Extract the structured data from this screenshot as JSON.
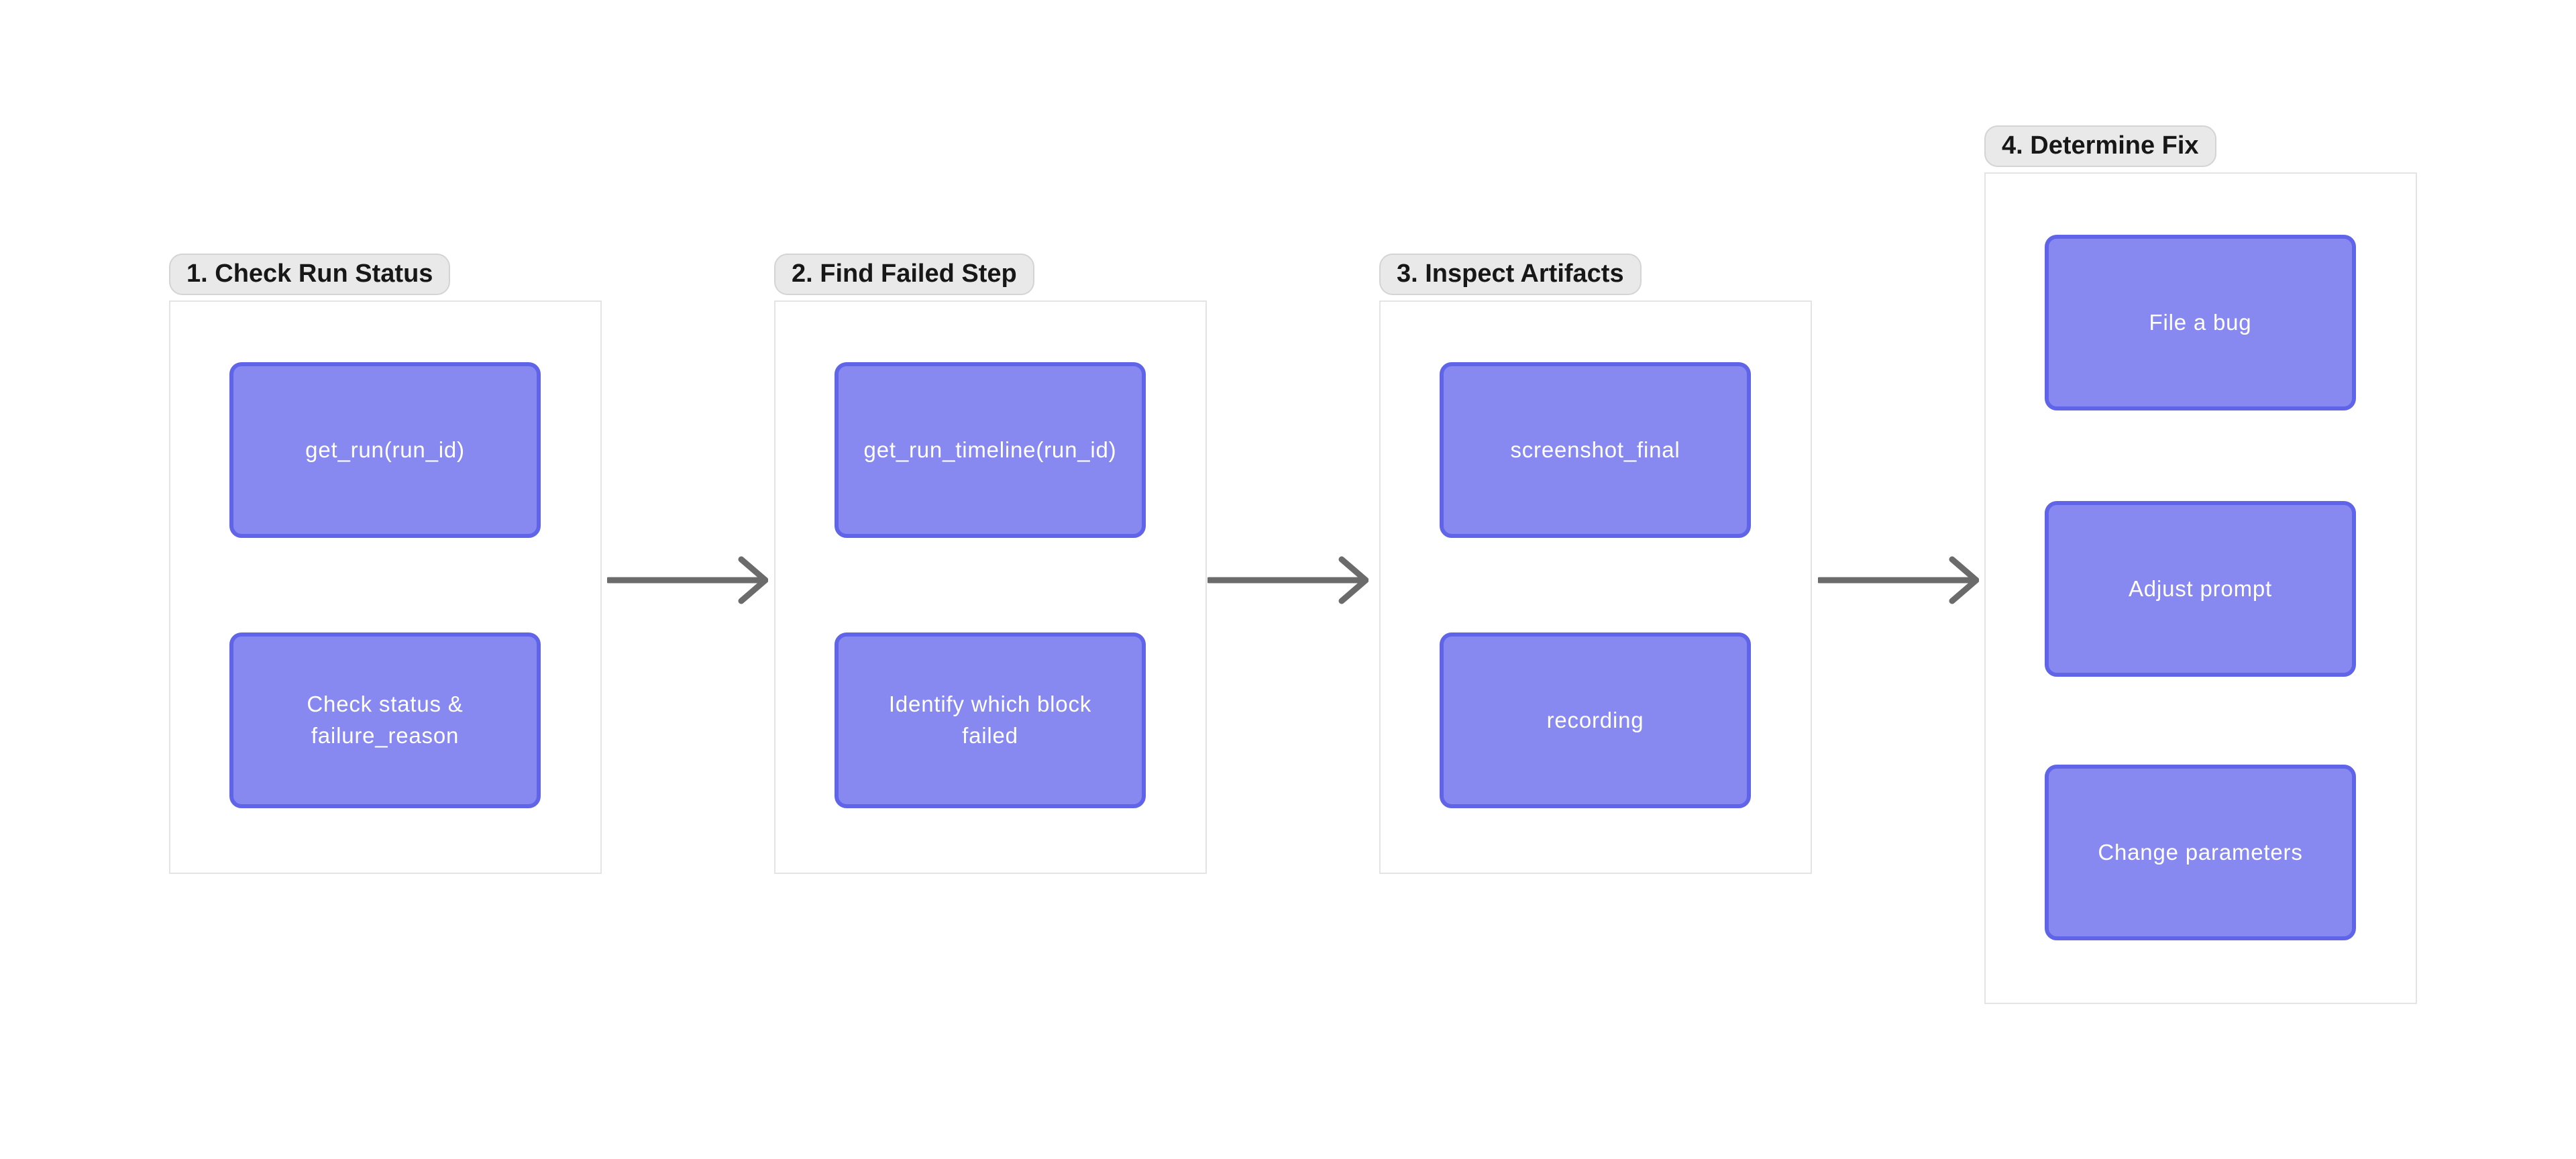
{
  "colors": {
    "canvas-bg": "#ffffff",
    "group-box-bg": "#ffffff",
    "group-box-border": "#e4e4e4",
    "label-bg": "#e9e9e9",
    "label-border": "#d4d4d4",
    "label-text": "#171717",
    "node-fill": "#8789f0",
    "node-border": "#6064e8",
    "node-text": "#ffffff",
    "arrow": "#6b6b6b"
  },
  "groups": [
    {
      "label": "1. Check Run Status",
      "nodes": [
        {
          "label": "get_run(run_id)"
        },
        {
          "label": "Check status &\nfailure_reason"
        }
      ]
    },
    {
      "label": "2. Find Failed Step",
      "nodes": [
        {
          "label": "get_run_timeline(run_id)"
        },
        {
          "label": "Identify which block\nfailed"
        }
      ]
    },
    {
      "label": "3. Inspect Artifacts",
      "nodes": [
        {
          "label": "screenshot_final"
        },
        {
          "label": "recording"
        }
      ]
    },
    {
      "label": "4. Determine Fix",
      "nodes": [
        {
          "label": "File a bug"
        },
        {
          "label": "Adjust prompt"
        },
        {
          "label": "Change parameters"
        }
      ]
    }
  ]
}
